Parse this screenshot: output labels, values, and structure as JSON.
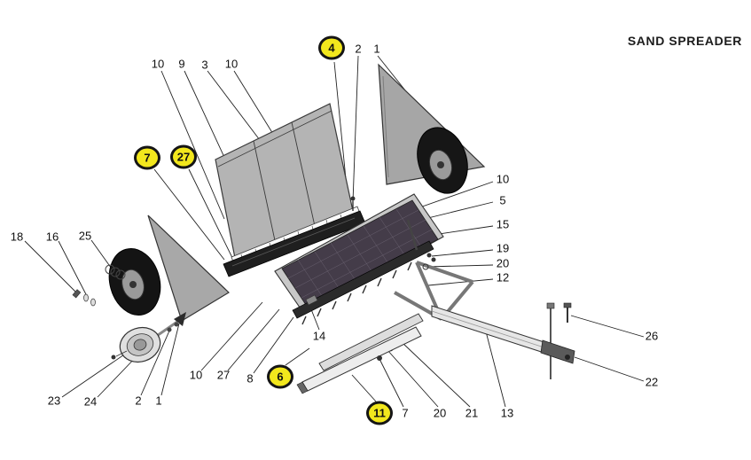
{
  "title": "SAND SPREADER",
  "colors": {
    "highlight": "#f2e71d",
    "panel_gray": "#b4b4b4",
    "mesh_dark": "#443c49",
    "ink": "#1c1c1c"
  },
  "part_labels": [
    {
      "text": "10"
    },
    {
      "text": "9"
    },
    {
      "text": "3"
    },
    {
      "text": "10"
    },
    {
      "text": "2"
    },
    {
      "text": "1"
    },
    {
      "text": "10"
    },
    {
      "text": "5"
    },
    {
      "text": "15"
    },
    {
      "text": "19"
    },
    {
      "text": "20"
    },
    {
      "text": "12"
    },
    {
      "text": "18"
    },
    {
      "text": "16"
    },
    {
      "text": "25"
    },
    {
      "text": "26"
    },
    {
      "text": "22"
    },
    {
      "text": "23"
    },
    {
      "text": "24"
    },
    {
      "text": "2"
    },
    {
      "text": "1"
    },
    {
      "text": "10"
    },
    {
      "text": "27"
    },
    {
      "text": "8"
    },
    {
      "text": "14"
    },
    {
      "text": "7"
    },
    {
      "text": "20"
    },
    {
      "text": "21"
    },
    {
      "text": "13"
    }
  ],
  "highlighted_labels": [
    {
      "text": "4"
    },
    {
      "text": "7"
    },
    {
      "text": "27"
    },
    {
      "text": "6"
    },
    {
      "text": "11"
    }
  ]
}
